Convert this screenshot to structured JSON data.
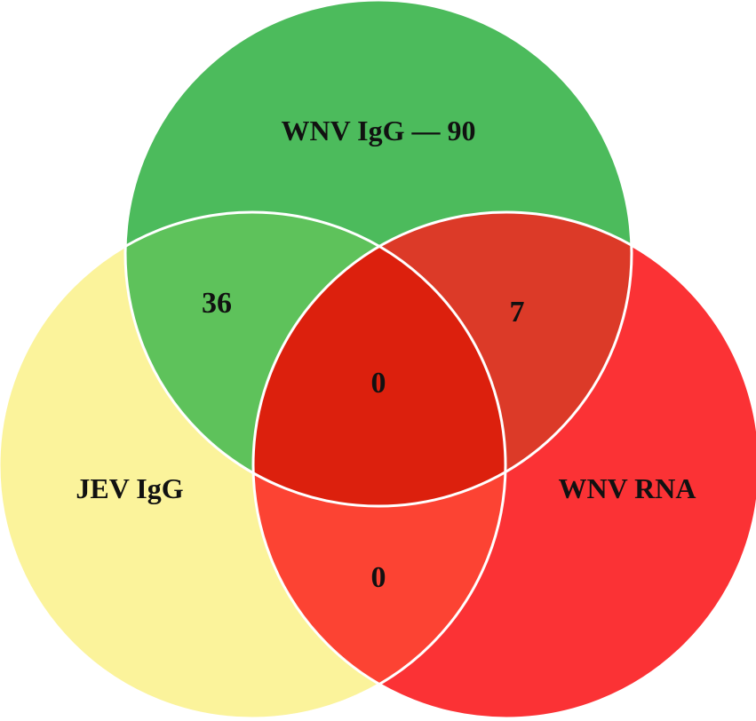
{
  "diagram": {
    "type": "venn-3",
    "sets": {
      "wnv_igg": {
        "label": "WNV IgG — 90",
        "color": "#4cbb5c"
      },
      "jev_igg": {
        "label": "JEV IgG",
        "color": "#fbf39b"
      },
      "wnv_rna": {
        "label": "WNV RNA",
        "color": "#fb3235"
      }
    },
    "regions": {
      "wnv_igg_and_jev_igg": {
        "value": "36",
        "color": "#5ec25b"
      },
      "wnv_igg_and_wnv_rna": {
        "value": "7",
        "color": "#dc3a28"
      },
      "jev_igg_and_wnv_rna": {
        "value": "0",
        "color": "#fc4333"
      },
      "all_three": {
        "value": "0",
        "color": "#dc200d"
      }
    }
  }
}
